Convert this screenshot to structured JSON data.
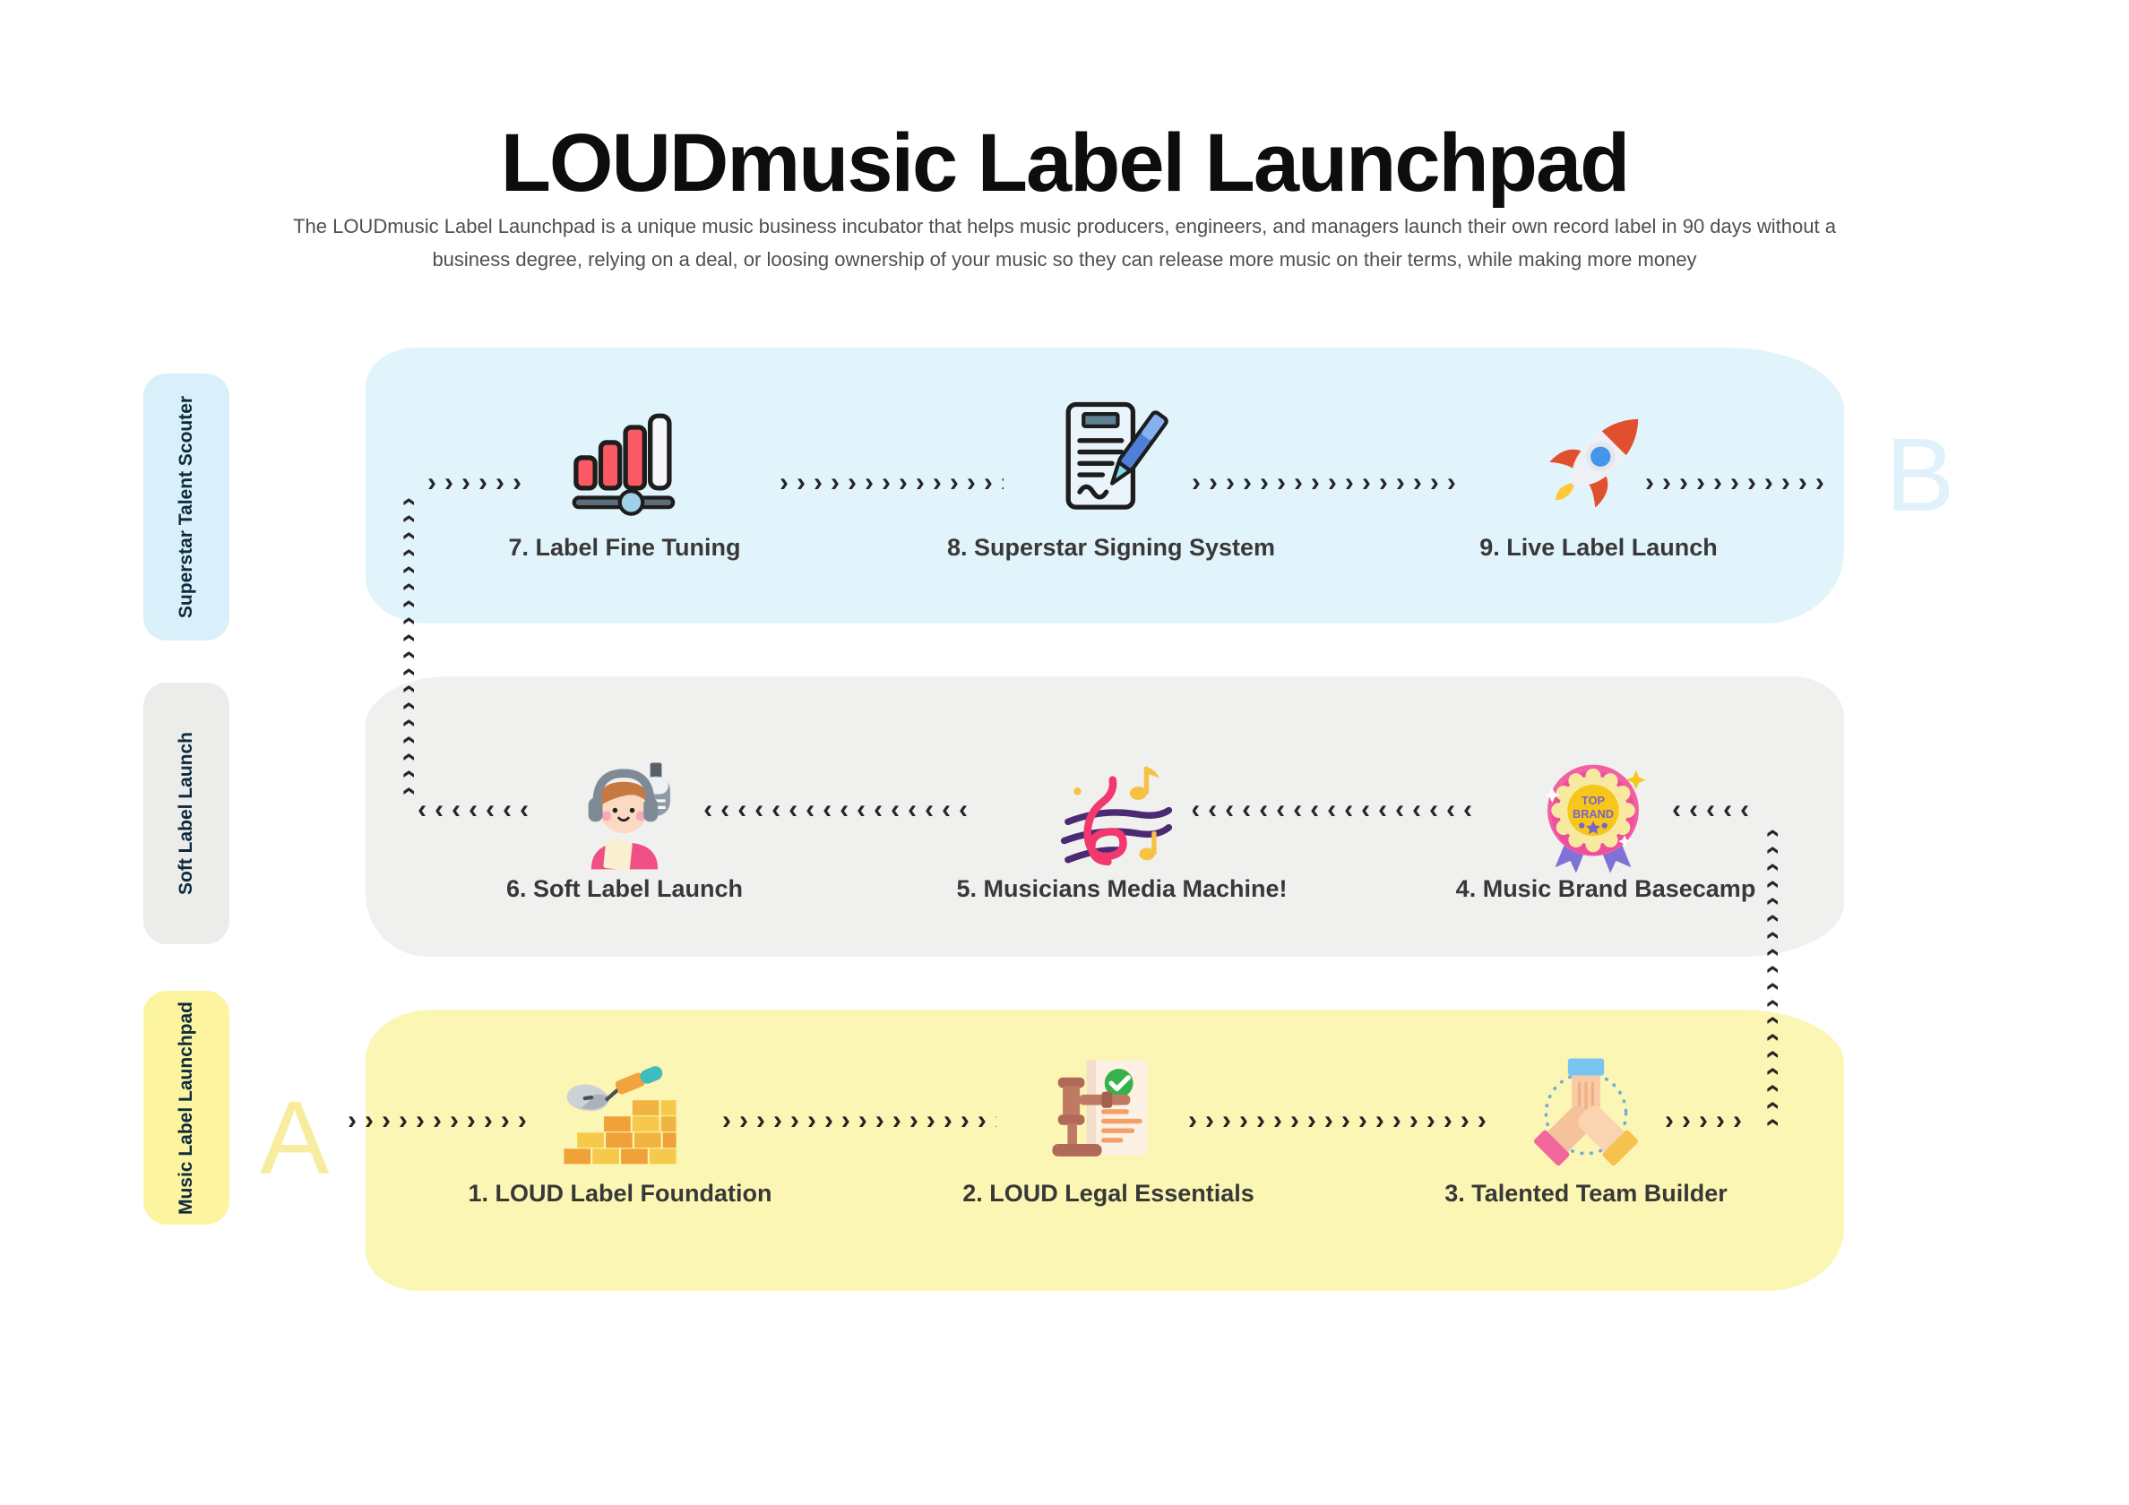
{
  "title": "LOUDmusic Label Launchpad",
  "subtitle_lines": [
    "The LOUDmusic Label Launchpad is a unique music business incubator that helps music producers, engineers, and managers launch their own record label in 90 days without a",
    "business degree, relying on a deal, or loosing ownership of your music so they can release more music on their terms, while making more money"
  ],
  "bands": [
    {
      "name": "Superstar Talent Scouter",
      "color": "#e2f4fb",
      "tab_color": "#d9eff9",
      "flow": "left-to-right"
    },
    {
      "name": "Soft Label Launch",
      "color": "#f0f0ee",
      "tab_color": "#ececeb",
      "flow": "right-to-left"
    },
    {
      "name": "Music Label Launchpad",
      "color": "#fbf6b3",
      "tab_color": "#fdf4a0",
      "flow": "left-to-right"
    }
  ],
  "steps": [
    {
      "label": "1. LOUD Label Foundation",
      "icon": "bricks-trowel-icon"
    },
    {
      "label": "2. LOUD Legal Essentials",
      "icon": "gavel-document-icon"
    },
    {
      "label": "3. Talented Team Builder",
      "icon": "team-hands-icon"
    },
    {
      "label": "4. Music Brand Basecamp",
      "icon": "top-brand-badge-icon"
    },
    {
      "label": "5. Musicians Media Machine!",
      "icon": "music-notes-icon"
    },
    {
      "label": "6. Soft Label Launch",
      "icon": "singer-headphones-mic-icon"
    },
    {
      "label": "7. Label Fine Tuning",
      "icon": "equalizer-slider-icon"
    },
    {
      "label": "8. Superstar Signing System",
      "icon": "contract-pen-icon"
    },
    {
      "label": "9. Live Label Launch",
      "icon": "rocket-icon"
    }
  ],
  "badge": {
    "line1": "TOP",
    "line2": "BRAND"
  },
  "markers": {
    "start": "A",
    "end": "B"
  },
  "colors": {
    "marker_a": "#f8ec9f",
    "marker_b": "#dff2fb",
    "chevron": "#262626",
    "tab_text": "#0e2a3d",
    "step_text": "#383838"
  },
  "decor": {
    "chevrons": "››››››››››››››››››››››››››››››››››››››››"
  }
}
